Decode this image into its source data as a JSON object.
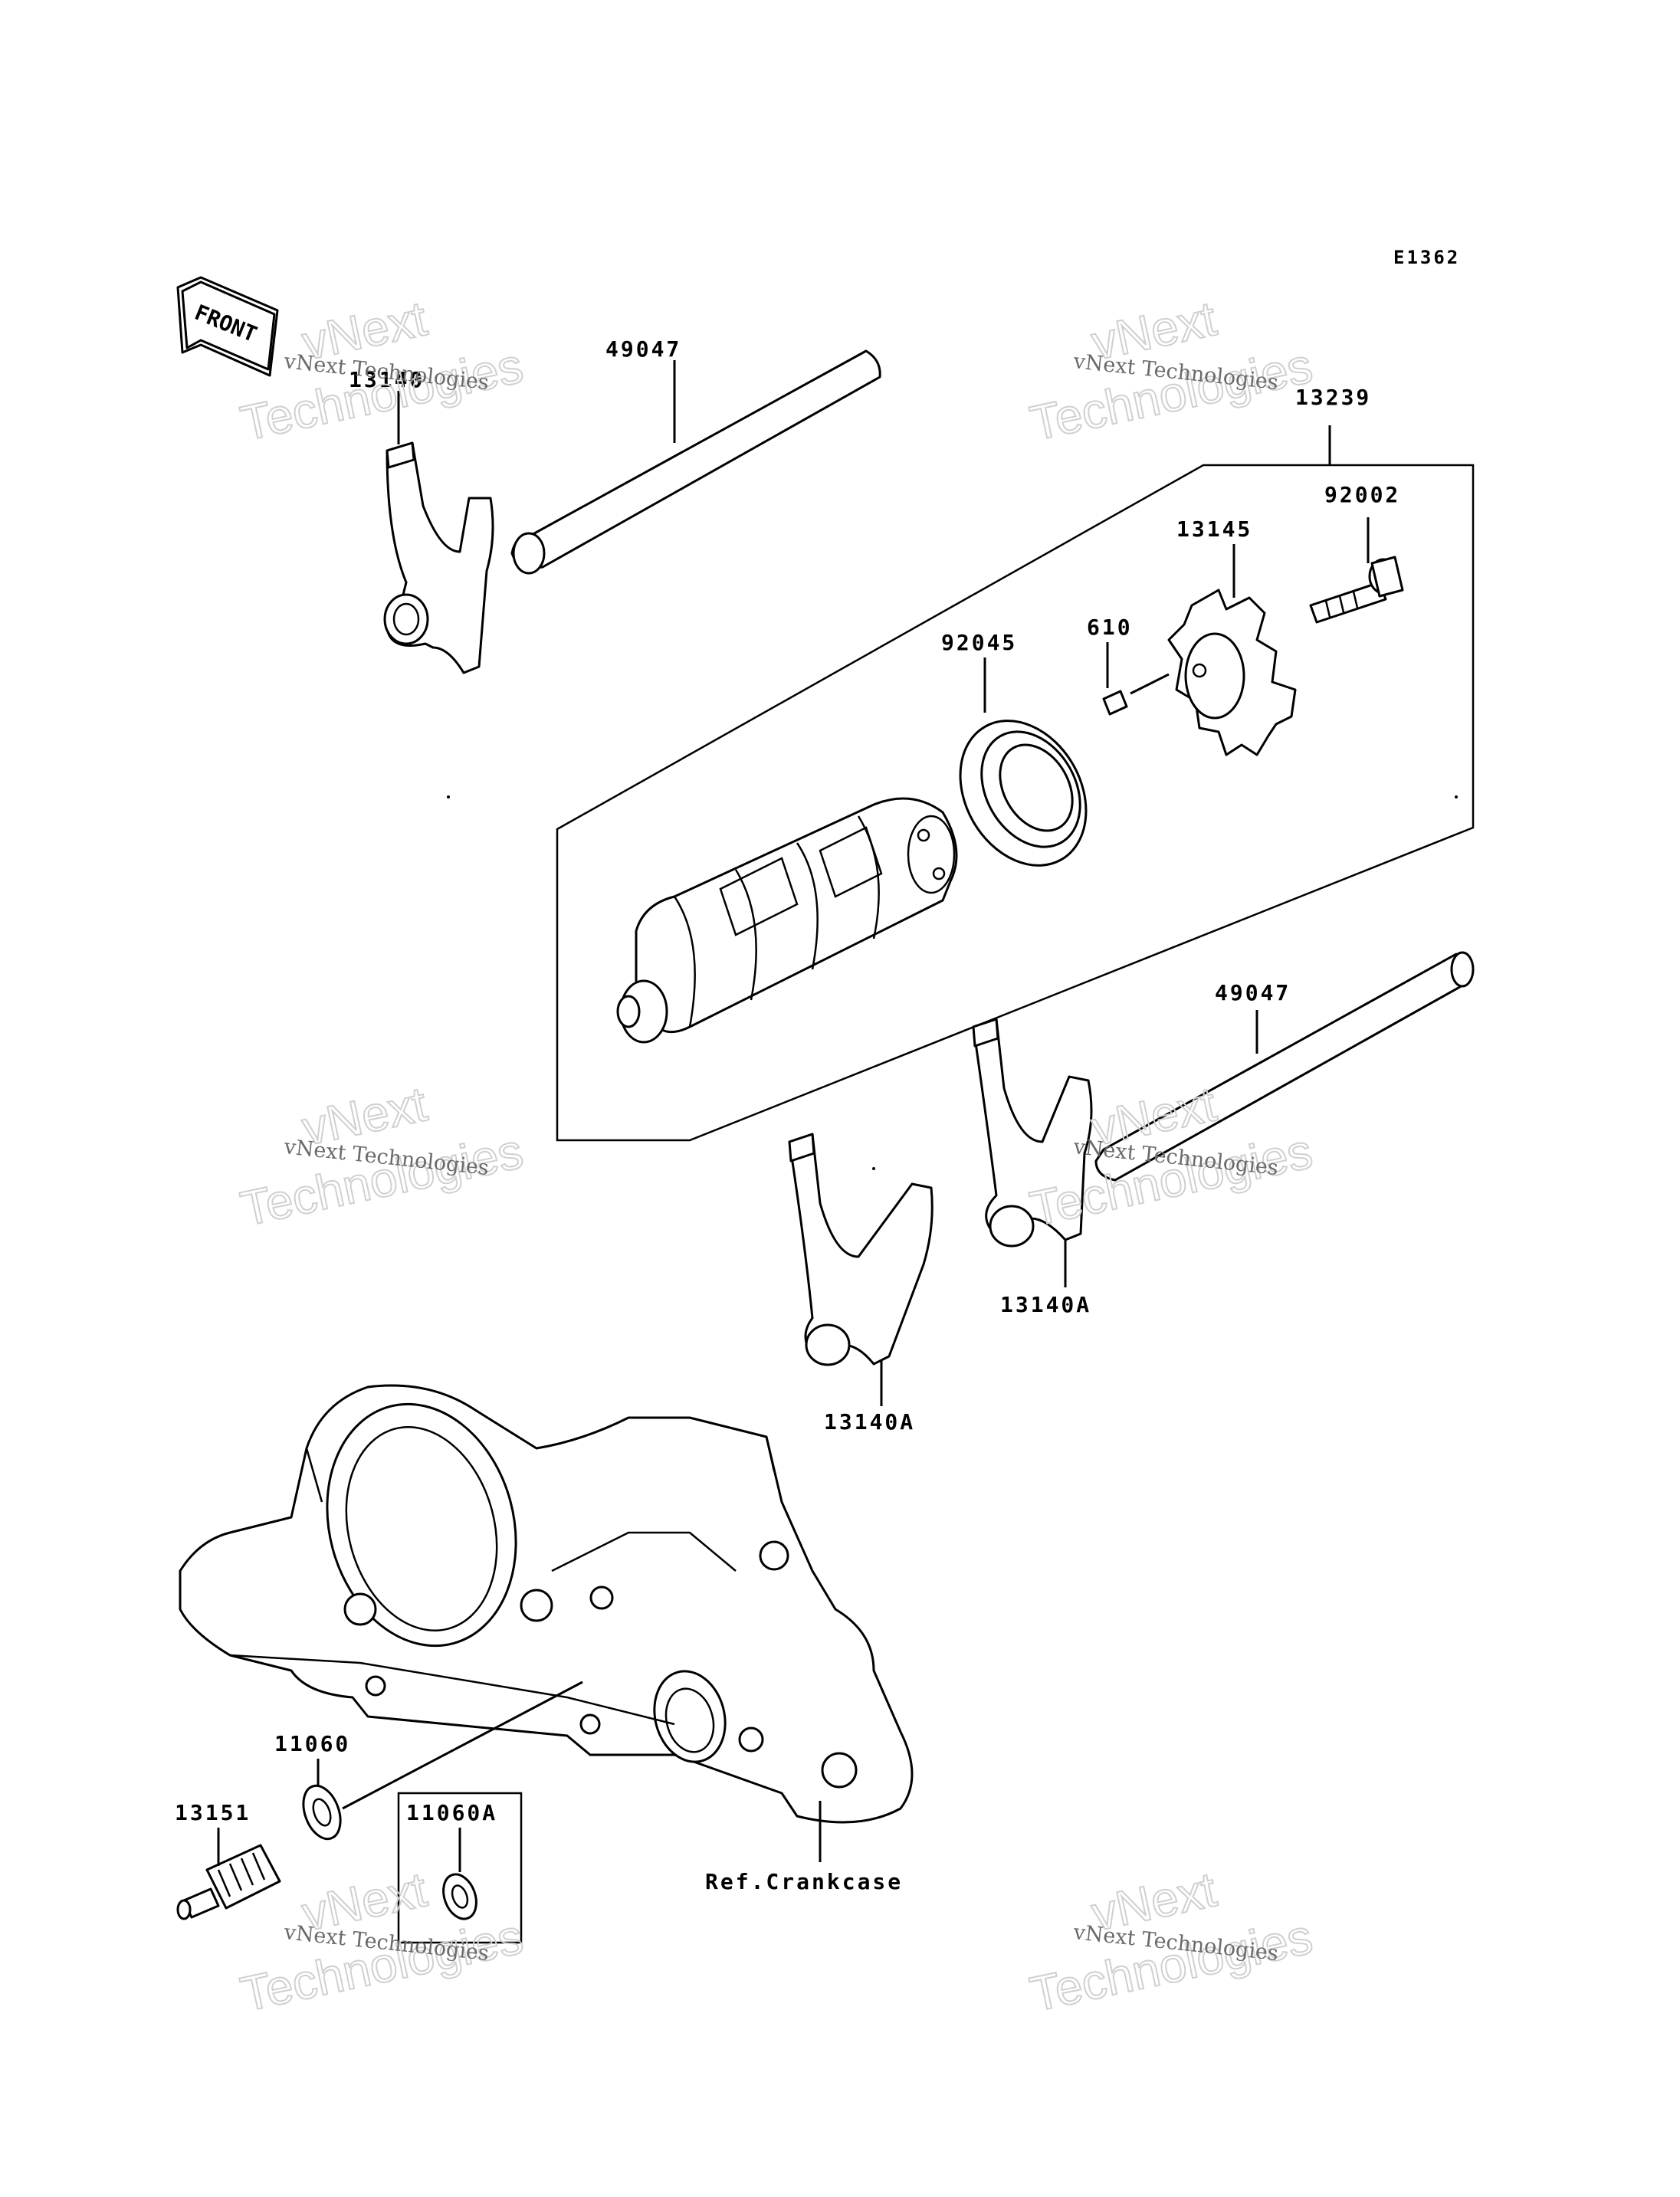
{
  "diagram_code": "E1362",
  "front_label": "FRONT",
  "watermark": {
    "line1": "vNext Technologies",
    "line2a": "vNext",
    "line2b": "Technologies"
  },
  "parts": {
    "fork_top": "13140",
    "shaft_top": "49047",
    "drum_assembly": "13239",
    "bolt": "92002",
    "cam": "13145",
    "pin": "610",
    "bearing": "92045",
    "shaft_right": "49047",
    "fork_right": "13140A",
    "fork_mid": "13140A",
    "washer": "11060",
    "switch": "13151",
    "washer_box": "11060A",
    "crankcase_ref": "Ref.Crankcase"
  }
}
